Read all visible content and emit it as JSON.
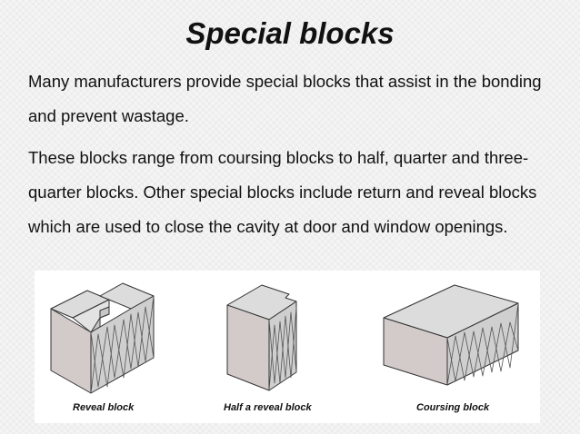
{
  "slide": {
    "title": "Special blocks",
    "paragraphs": [
      "Many manufacturers provide special blocks that assist in the bonding and prevent wastage.",
      "These blocks range from coursing blocks to half, quarter and three-quarter blocks. Other special blocks include return and reveal blocks which are used to close the cavity at door and window openings."
    ]
  },
  "figure": {
    "captions": [
      "Reveal block",
      "Half a reveal block",
      "Coursing block"
    ],
    "colors": {
      "top_face": "#dcdcdc",
      "front_face": "#d1c9c9",
      "side_face": "#cfcfcf",
      "edge": "#333333"
    }
  }
}
